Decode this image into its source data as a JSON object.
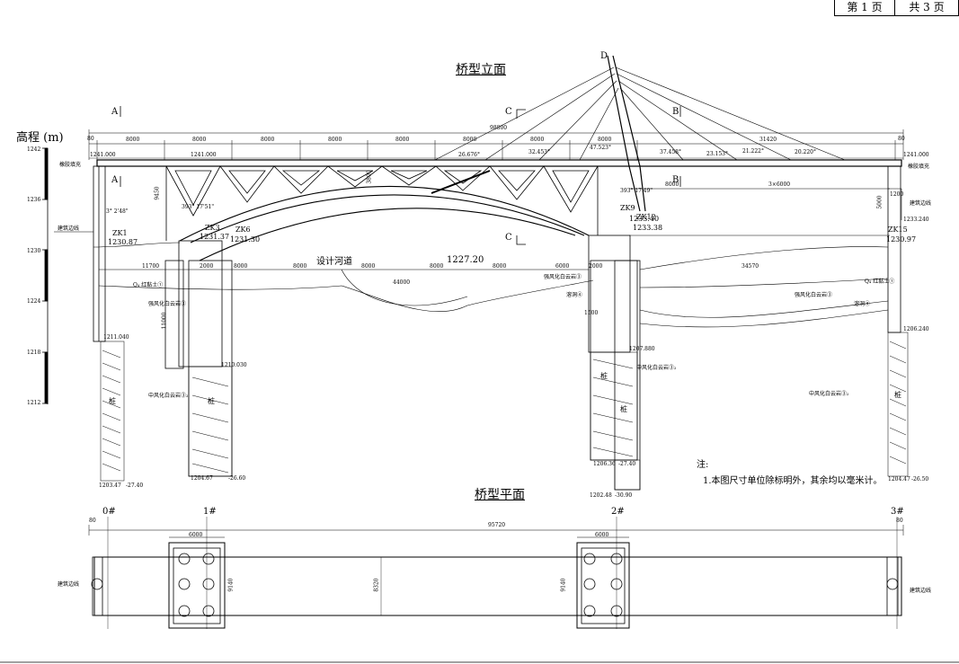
{
  "header": {
    "page_no": "第 1 页",
    "page_total": "共 3 页"
  },
  "titles": {
    "elevation": "桥型立面",
    "plan": "桥型平面"
  },
  "scale": {
    "label": "高程 (m)",
    "ticks": [
      "1242",
      "1236",
      "1230",
      "1224",
      "1218",
      "1212"
    ]
  },
  "sections": {
    "a1": "A",
    "a2": "A",
    "b1": "B",
    "b2": "B",
    "c1": "C",
    "c2": "C",
    "d": "D"
  },
  "dims": {
    "total_elev": "98800",
    "left_80": "80",
    "right_80": "80",
    "spans": [
      "8000",
      "8000",
      "8000",
      "8000",
      "8000",
      "8000",
      "8000",
      "8000"
    ],
    "right_span": "31420",
    "mid_8000": "8000",
    "mid_3x6000": "3×6000",
    "d9450": "9450",
    "d3800": "3800",
    "d5000": "5000",
    "d1200": "1200",
    "d11700": "11700",
    "d2000a": "2000",
    "d8000b": "8000",
    "d8000c": "8000",
    "d8000d": "8000",
    "d8000e": "8000",
    "d8000f": "8000",
    "d6000a": "6000",
    "d2000b": "2000",
    "d44000": "44000",
    "d34570": "34570",
    "d11000": "11000",
    "d1500": "1500",
    "total_plan": "95720",
    "plan_left80": "80",
    "plan_right80": "80",
    "plan_6000a": "6000",
    "plan_6000b": "6000",
    "plan_9140a": "9140",
    "plan_9140b": "9140",
    "plan_mid": "8320"
  },
  "angles": {
    "a1": "26.676°",
    "a2": "32.453°",
    "a3": "47.523°",
    "a4": "37.458°",
    "a5": "23.153°",
    "a6": "21.222°",
    "a7": "20.220°",
    "left_a": "393° 17'51\"",
    "left_b": "3° 2'48\"",
    "right_a": "393° 17'49\""
  },
  "levels": {
    "l1241_left": "1241.000",
    "l1241_mid": "1241.000",
    "l1241_right": "1241.000",
    "l1233": "1233.240",
    "zk1": "ZK1",
    "zk1_el": "1230.87",
    "zk3": "ZK3",
    "zk3_el": "1231.37",
    "zk6": "ZK6",
    "zk6_el": "1231.30",
    "zk9": "ZK9",
    "zk9_el": "1233.40",
    "zk12": "ZK12",
    "zk12_el": "1233.38",
    "zk15": "ZK15",
    "zk15_el": "1230.97",
    "river": "设计河道",
    "river_el": "1227.20",
    "b1": "1203.47",
    "b1v": "-27.40",
    "b2": "1204.67",
    "b2v": "-26.60",
    "b3": "1206.36",
    "b3v": "-27.40",
    "b4": "1202.48",
    "b4v": "-30.90",
    "b5": "1204.47",
    "b5v": "-26.50",
    "p1": "1211.040",
    "p2": "1210.030",
    "p3": "1207.880",
    "p4": "1206.240"
  },
  "labels": {
    "rubber_l": "橡胶填充",
    "rubber_r": "橡胶填充",
    "boundary_l": "建筑边线",
    "boundary_r": "建筑边线",
    "boundary_pl": "建筑边线",
    "boundary_pr": "建筑边线",
    "soil_l": "Q₄ 红黏土①",
    "soil_r": "Q₄ 红黏土①",
    "strong_l": "强风化白云岩③",
    "strong_m": "强风化白云岩③",
    "strong_r": "强风化白云岩③",
    "karst_m": "溶洞④",
    "karst_r": "溶洞④",
    "mid_l": "中风化白云岩③₂",
    "mid_m": "中风化白云岩③₂",
    "mid_r": "中风化白云岩③₂",
    "pile": "桩"
  },
  "piers": {
    "p0": "0#",
    "p1": "1#",
    "p2": "2#",
    "p3": "3#"
  },
  "notes": {
    "head": "注:",
    "line1": "1.本图尺寸单位除标明外，其余均以毫米计。"
  }
}
